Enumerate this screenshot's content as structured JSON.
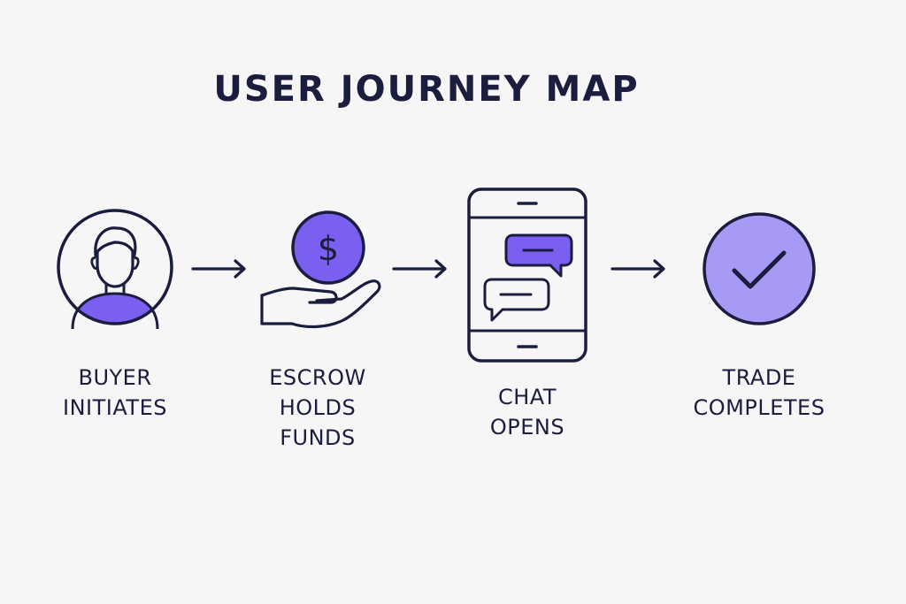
{
  "title": "USER JOURNEY MAP",
  "colors": {
    "ink": "#1b1d3f",
    "accent": "#7b5ff0",
    "accent_light": "#a79af4",
    "background": "#f6f6f7"
  },
  "steps": [
    {
      "icon": "person-avatar-icon",
      "lines": [
        "BUYER",
        "INITIATES"
      ]
    },
    {
      "icon": "hand-holding-coin-icon",
      "lines": [
        "ESCROW",
        "HOLDS",
        "FUNDS"
      ]
    },
    {
      "icon": "phone-chat-icon",
      "lines": [
        "CHAT",
        "OPENS"
      ]
    },
    {
      "icon": "checkmark-circle-icon",
      "lines": [
        "TRADE",
        "COMPLETES"
      ]
    }
  ],
  "coin_symbol": "$"
}
